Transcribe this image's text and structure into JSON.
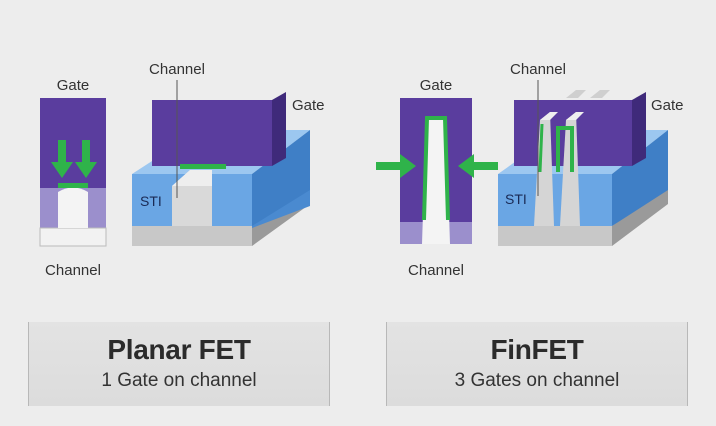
{
  "planar": {
    "label_gate_left": "Gate",
    "label_gate_right": "Gate",
    "label_channel_top": "Channel",
    "label_channel_bottom": "Channel",
    "label_sti": "STI",
    "title": "Planar FET",
    "subtitle": "1 Gate on channel"
  },
  "finfet": {
    "label_gate_left": "Gate",
    "label_gate_right": "Gate",
    "label_channel_top": "Channel",
    "label_channel_bottom": "Channel",
    "label_sti": "STI",
    "title": "FinFET",
    "subtitle": "3 Gates on channel"
  },
  "colors": {
    "gate_purple": "#5a3d9e",
    "oxide_lavender": "#9b8fcc",
    "channel_white": "#f4f4f4",
    "sti_blue": "#6aa6e4",
    "substrate_gray": "#c8c8c8",
    "arrow_green": "#2fb34a"
  }
}
